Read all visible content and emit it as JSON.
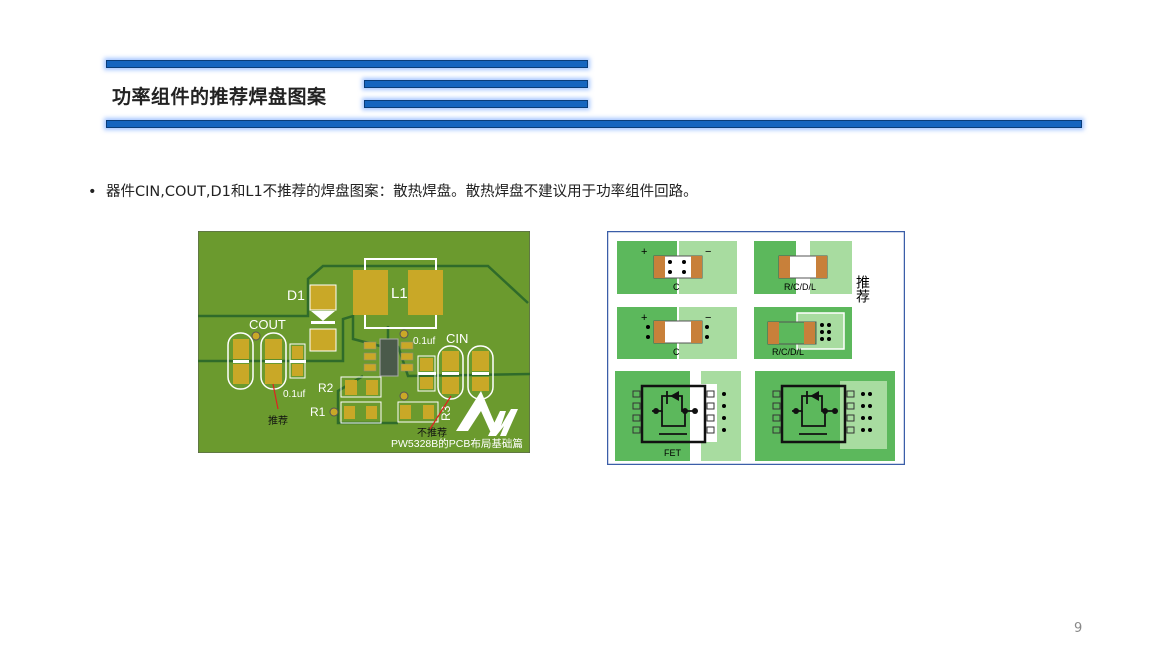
{
  "slide": {
    "title": "功率组件的推荐焊盘图案",
    "bullet": "器件CIN,COUT,D1和L1不推荐的焊盘图案：散热焊盘。散热焊盘不建议用于功率组件回路。",
    "page_number": "9"
  },
  "pcb_image": {
    "labels": {
      "d1": "D1",
      "l1": "L1",
      "cout": "COUT",
      "cin": "CIN",
      "cap_out": "0.1uf",
      "cap_in": "0.1uf",
      "r1": "R1",
      "r2": "R2",
      "r3": "R3",
      "recommended": "推荐",
      "not_recommended": "不推荐",
      "watermark": "PW5328B的PCB布局基础篇"
    },
    "colors": {
      "board": "#6b9a2e",
      "trace": "#2f6b2a",
      "pad": "#c9a827",
      "arrow": "#e02020"
    }
  },
  "pad_diagram": {
    "labels": {
      "c_top": "C",
      "rcdl_top": "R/C/D/L",
      "c_mid": "C",
      "rcdl_mid": "R/C/D/L",
      "fet": "FET",
      "plus": "+",
      "minus": "−",
      "recommended": "推荐"
    },
    "colors": {
      "dark_green": "#5cb85c",
      "light_green": "#a8dca0",
      "pad": "#c8803a",
      "border": "#3b5ea8"
    }
  }
}
